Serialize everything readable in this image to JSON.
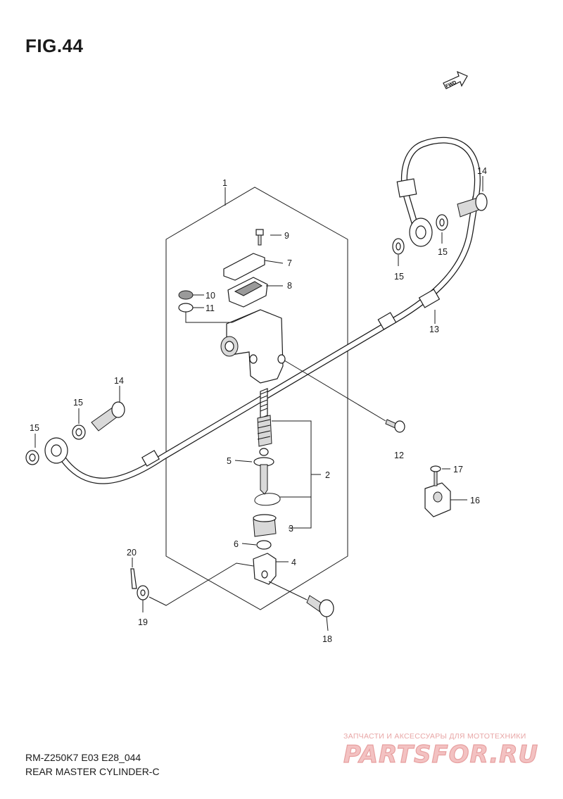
{
  "figure_title": "FIG.44",
  "model_code": "RM-Z250K7 E03 E28_044",
  "diagram_name": "REAR MASTER CYLINDER-C",
  "fwd_label": "FWD",
  "watermark": {
    "subtitle": "ЗАПЧАСТИ И АКСЕССУАРЫ ДЛЯ МОТОТЕХНИКИ",
    "logo": "PARTSFOR.RU"
  },
  "callouts": {
    "c1": "1",
    "c2": "2",
    "c3": "3",
    "c4": "4",
    "c5": "5",
    "c6": "6",
    "c7": "7",
    "c8": "8",
    "c9": "9",
    "c10": "10",
    "c11": "11",
    "c12": "12",
    "c13": "13",
    "c14a": "14",
    "c14b": "14",
    "c15a": "15",
    "c15b": "15",
    "c15c": "15",
    "c15d": "15",
    "c16": "16",
    "c17": "17",
    "c18": "18",
    "c19": "19",
    "c20": "20"
  }
}
